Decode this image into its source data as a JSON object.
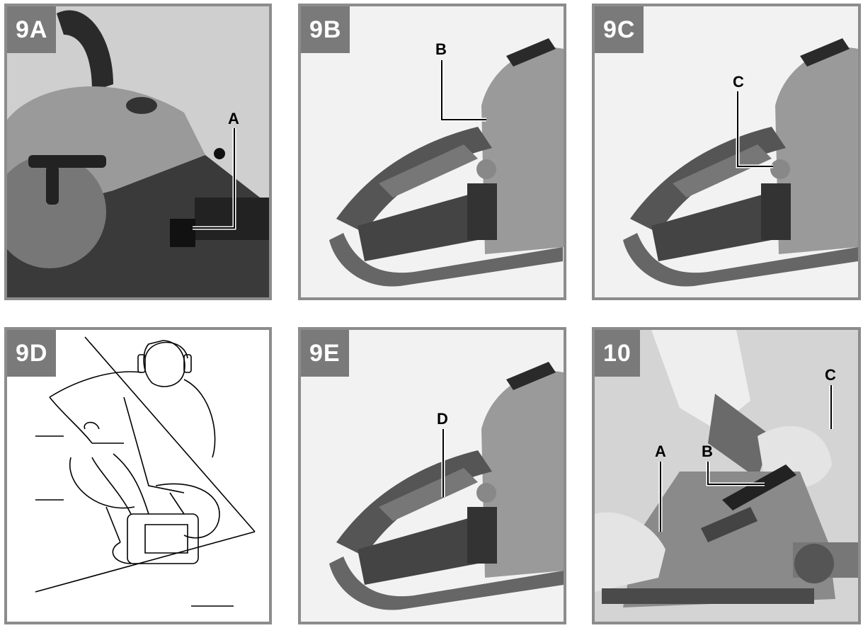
{
  "panels": {
    "p9a": {
      "tag": "9A",
      "callouts": [
        "A"
      ]
    },
    "p9b": {
      "tag": "9B",
      "callouts": [
        "B"
      ]
    },
    "p9c": {
      "tag": "9C",
      "callouts": [
        "C"
      ]
    },
    "p9d": {
      "tag": "9D",
      "callouts": []
    },
    "p9e": {
      "tag": "9E",
      "callouts": [
        "D"
      ]
    },
    "p10": {
      "tag": "10",
      "callouts": [
        "A",
        "B",
        "C"
      ]
    }
  }
}
